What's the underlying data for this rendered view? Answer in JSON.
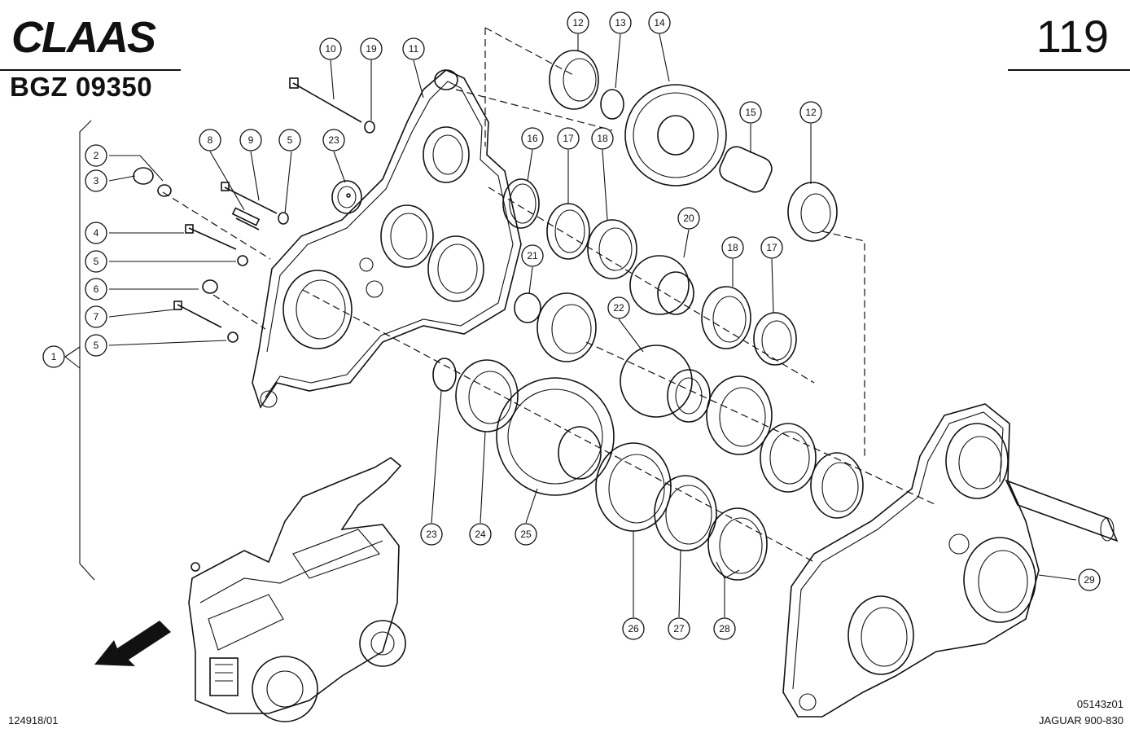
{
  "header": {
    "brand": "CLAAS",
    "doc_code": "BGZ 09350",
    "page_number": "119"
  },
  "footer": {
    "drawing_id": "124918/01",
    "figure_ref": "05143z01",
    "model": "JAGUAR 900-830"
  },
  "callouts": [
    {
      "label": "1"
    },
    {
      "label": "2"
    },
    {
      "label": "3"
    },
    {
      "label": "4"
    },
    {
      "label": "5"
    },
    {
      "label": "5"
    },
    {
      "label": "6"
    },
    {
      "label": "7"
    },
    {
      "label": "5"
    },
    {
      "label": "8"
    },
    {
      "label": "9"
    },
    {
      "label": "5"
    },
    {
      "label": "10"
    },
    {
      "label": "19"
    },
    {
      "label": "11"
    },
    {
      "label": "23"
    },
    {
      "label": "12"
    },
    {
      "label": "13"
    },
    {
      "label": "14"
    },
    {
      "label": "15"
    },
    {
      "label": "12"
    },
    {
      "label": "16"
    },
    {
      "label": "17"
    },
    {
      "label": "18"
    },
    {
      "label": "20"
    },
    {
      "label": "21"
    },
    {
      "label": "22"
    },
    {
      "label": "18"
    },
    {
      "label": "17"
    },
    {
      "label": "23"
    },
    {
      "label": "24"
    },
    {
      "label": "25"
    },
    {
      "label": "26"
    },
    {
      "label": "27"
    },
    {
      "label": "28"
    },
    {
      "label": "29"
    }
  ]
}
